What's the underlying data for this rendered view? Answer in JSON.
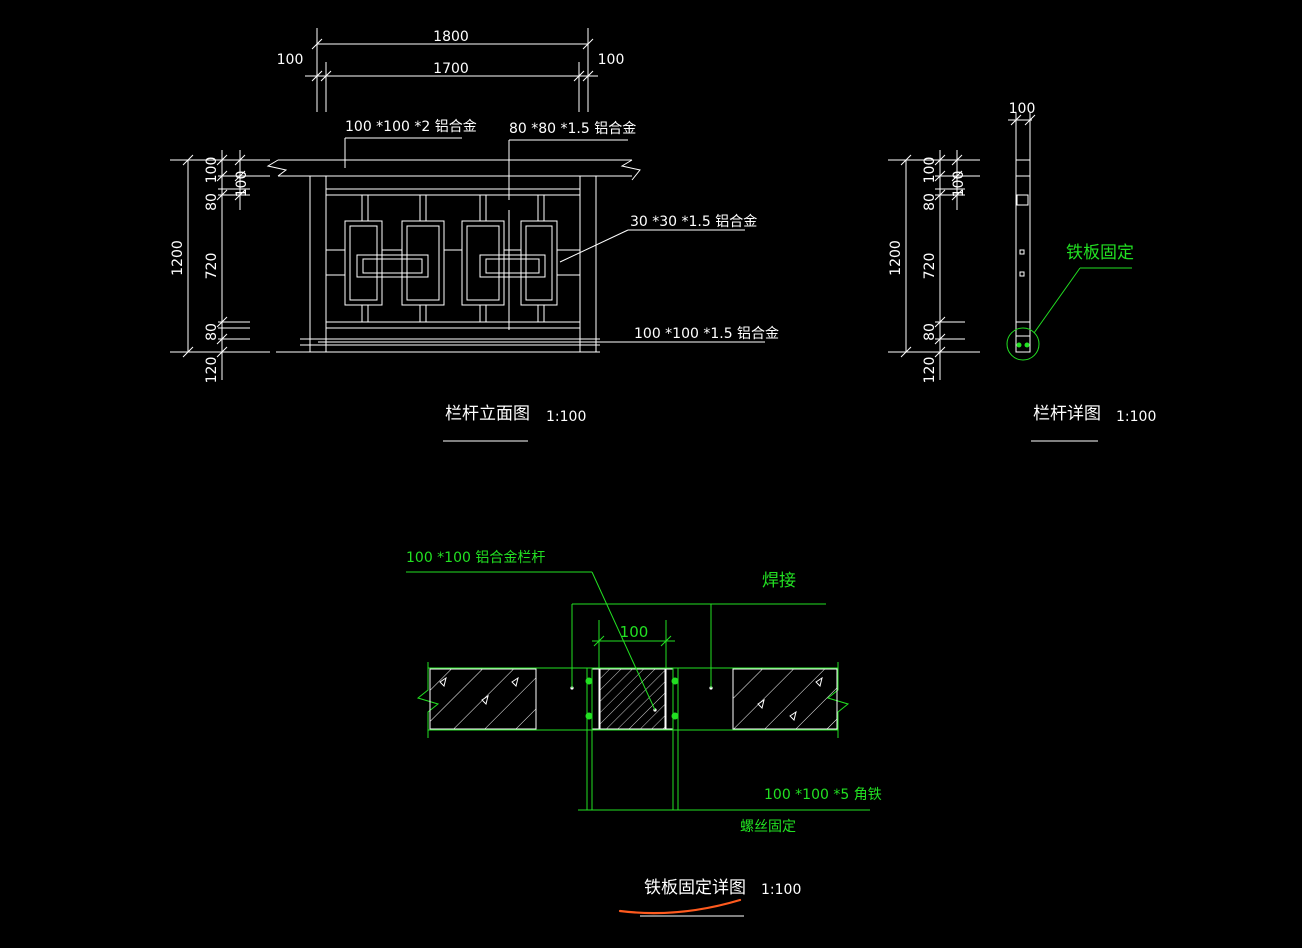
{
  "colors": {
    "background": "#000000",
    "linework": "#ffffff",
    "annotation": "#22e022",
    "highlight": "#ff5a1e"
  },
  "elevation": {
    "title": "栏杆立面图",
    "scale": "1:100",
    "dim_overall": "1800",
    "dim_inner": "1700",
    "dim_left_end": "100",
    "dim_right_end": "100",
    "note_top_rail": "100 *100 *2  铝合金",
    "note_post": "80 *80 *1.5  铝合金",
    "note_lattice": "30 *30 *1.5  铝合金",
    "note_bottom_rail": "100 *100 *1.5  铝合金",
    "dim_height": "1200",
    "dim_80_top": "80",
    "dim_100_top": "100",
    "dim_100_b": "100",
    "dim_720": "720",
    "dim_80_bottom": "80",
    "dim_120": "120"
  },
  "detail": {
    "title": "栏杆详图",
    "scale": "1:100",
    "dim_width": "100",
    "dim_height": "1200",
    "dim_80_top": "80",
    "dim_100_top": "100",
    "dim_100_b": "100",
    "dim_720": "720",
    "dim_80_bottom": "80",
    "dim_120": "120",
    "note_fix": "铁板固定"
  },
  "plate": {
    "title": "铁板固定详图",
    "scale": "1:100",
    "note_rail": "100 *100 铝合金栏杆",
    "note_weld": "焊接",
    "dim_width": "100",
    "note_angle": "100 *100 *5 角铁",
    "note_screw": "螺丝固定"
  }
}
